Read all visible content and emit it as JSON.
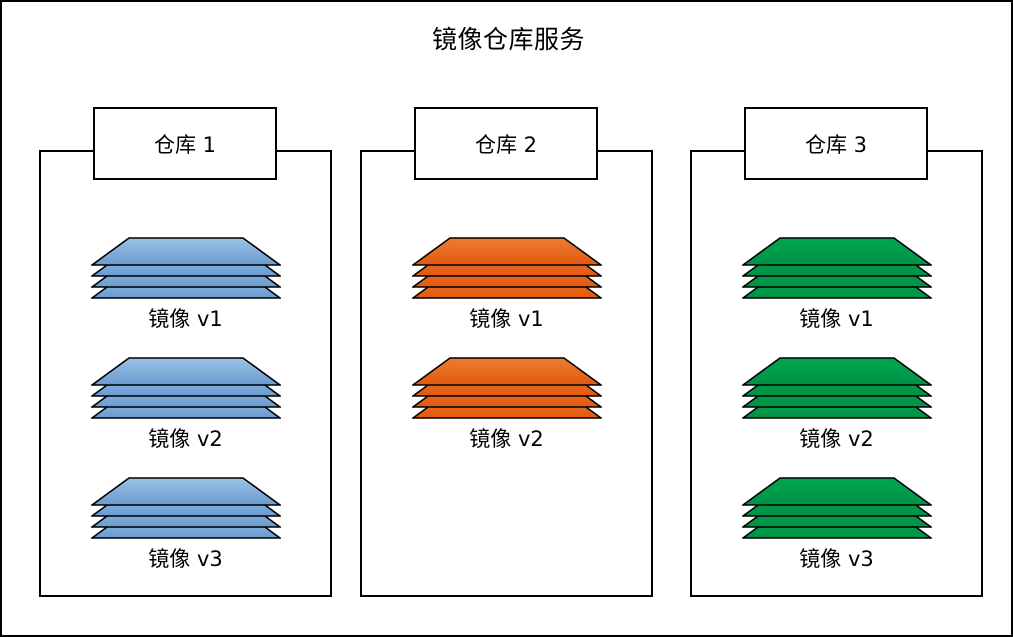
{
  "diagram": {
    "title": "镜像仓库服务",
    "type": "container-registry-architecture",
    "outer_border_color": "#000000",
    "background_color": "#ffffff"
  },
  "palette": {
    "blue_fill_top": "#9DC3E6",
    "blue_fill_bottom": "#6A9BD1",
    "orange_fill_top": "#ED7D31",
    "orange_fill_bottom": "#E2590F",
    "green_fill_top": "#00A650",
    "green_fill_bottom": "#009245",
    "stroke": "#000000",
    "box_fill": "#ffffff"
  },
  "repositories": [
    {
      "id": "repo-1",
      "header_label": "仓库 1",
      "color_key": "blue",
      "images": [
        {
          "label": "镜像 v1",
          "layers": 4
        },
        {
          "label": "镜像 v2",
          "layers": 4
        },
        {
          "label": "镜像 v3",
          "layers": 4
        }
      ]
    },
    {
      "id": "repo-2",
      "header_label": "仓库 2",
      "color_key": "orange",
      "images": [
        {
          "label": "镜像 v1",
          "layers": 4
        },
        {
          "label": "镜像 v2",
          "layers": 4
        }
      ]
    },
    {
      "id": "repo-3",
      "header_label": "仓库 3",
      "color_key": "green",
      "images": [
        {
          "label": "镜像 v1",
          "layers": 4
        },
        {
          "label": "镜像 v2",
          "layers": 4
        },
        {
          "label": "镜像 v3",
          "layers": 4
        }
      ]
    }
  ]
}
